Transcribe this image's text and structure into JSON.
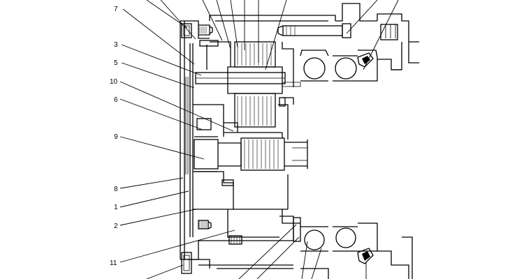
{
  "diagram": {
    "callouts": [
      {
        "id": "7",
        "label": "7"
      },
      {
        "id": "3",
        "label": "3"
      },
      {
        "id": "5",
        "label": "5"
      },
      {
        "id": "10",
        "label": "10"
      },
      {
        "id": "6",
        "label": "6"
      },
      {
        "id": "9",
        "label": "9"
      },
      {
        "id": "8",
        "label": "8"
      },
      {
        "id": "1",
        "label": "1"
      },
      {
        "id": "2",
        "label": "2"
      },
      {
        "id": "11",
        "label": "11"
      }
    ]
  }
}
